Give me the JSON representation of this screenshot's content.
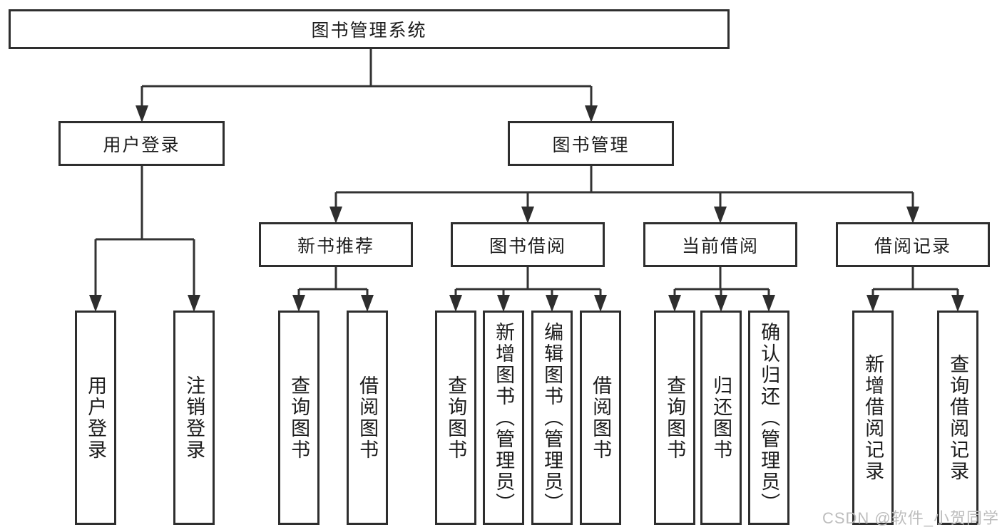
{
  "diagram": {
    "root": {
      "label": "图书管理系统"
    },
    "branches": [
      {
        "label": "用户登录",
        "children": [
          {
            "label": "用户登录"
          },
          {
            "label": "注销登录"
          }
        ]
      },
      {
        "label": "图书管理",
        "children": [
          {
            "label": "新书推荐",
            "children": [
              {
                "label": "查询图书"
              },
              {
                "label": "借阅图书"
              }
            ]
          },
          {
            "label": "图书借阅",
            "children": [
              {
                "label": "查询图书"
              },
              {
                "label": "新增图书（管理员）"
              },
              {
                "label": "编辑图书（管理员）"
              },
              {
                "label": "借阅图书"
              }
            ]
          },
          {
            "label": "当前借阅",
            "children": [
              {
                "label": "查询图书"
              },
              {
                "label": "归还图书"
              },
              {
                "label": "确认归还（管理员）"
              }
            ]
          },
          {
            "label": "借阅记录",
            "children": [
              {
                "label": "新增借阅记录"
              },
              {
                "label": "查询借阅记录"
              }
            ]
          }
        ]
      }
    ]
  },
  "watermark": {
    "text": "CSDN @软件_小贺同学"
  },
  "colors": {
    "line": "#333333",
    "box_border": "#2e2e2e",
    "text": "#1c1c1c",
    "watermark": "#bdbdbd",
    "background": "#ffffff"
  }
}
